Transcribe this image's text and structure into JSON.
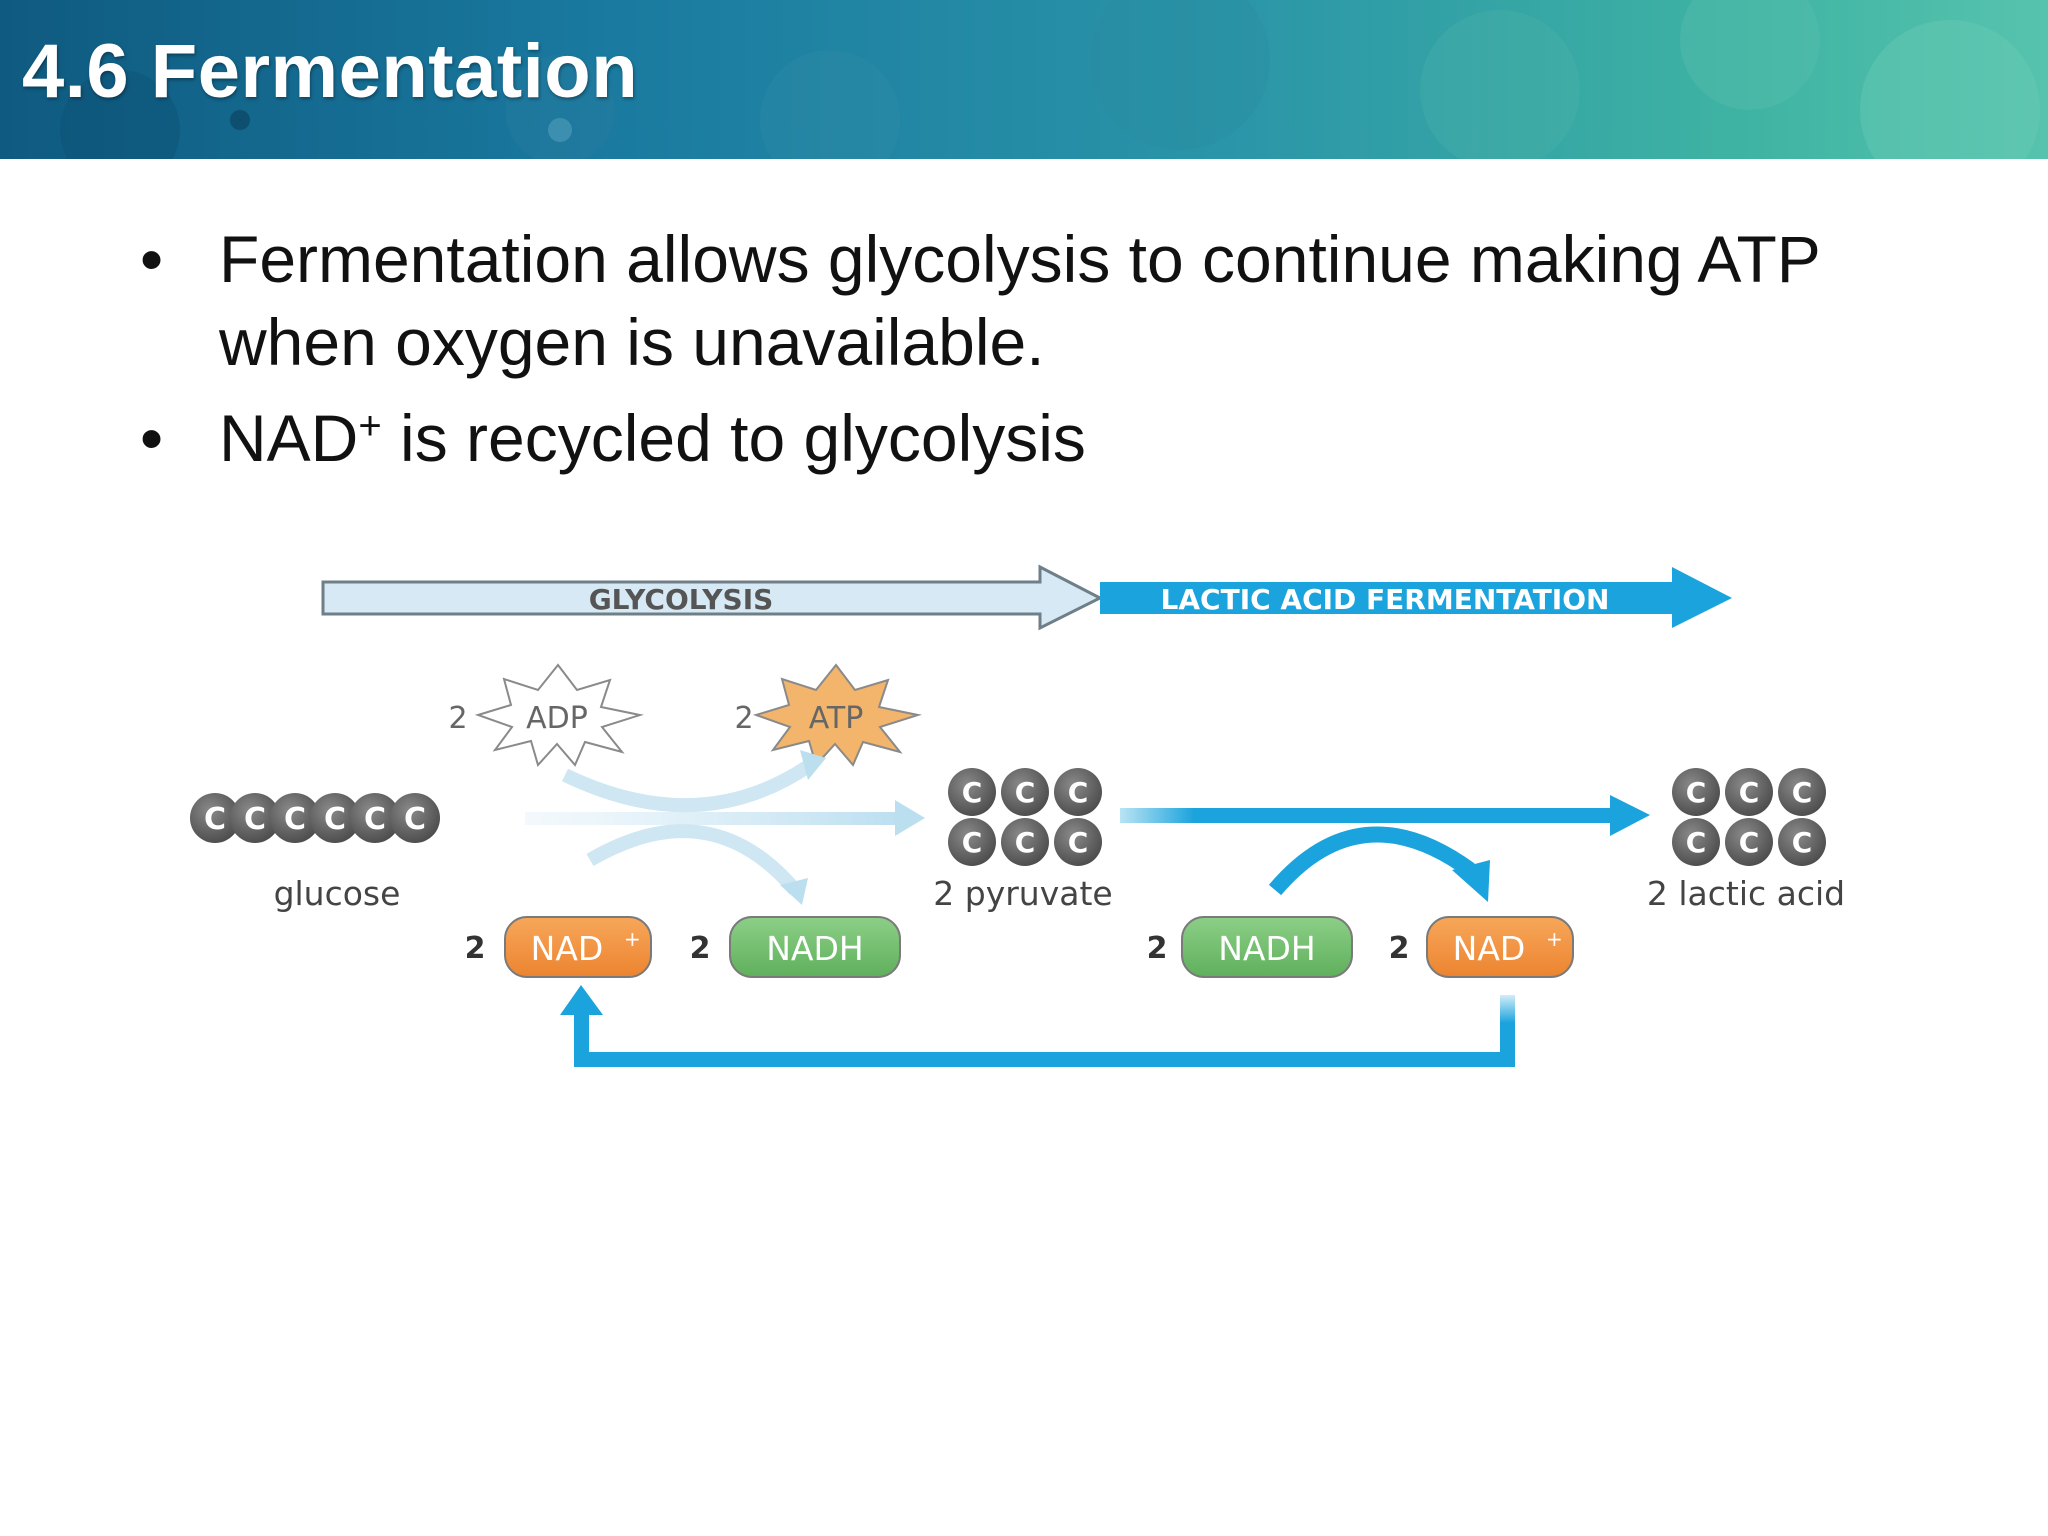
{
  "slide": {
    "title": "4.6 Fermentation",
    "bullets": [
      {
        "text": "Fermentation allows glycolysis to continue making ATP when oxygen is unavailable."
      },
      {
        "text": "NAD",
        "sup": "+",
        "rest": " is recycled to glycolysis"
      }
    ]
  },
  "diagram": {
    "stage_glycolysis": "GLYCOLYSIS",
    "stage_fermentation": "LACTIC ACID FERMENTATION",
    "adp": {
      "count": "2",
      "label": "ADP"
    },
    "atp": {
      "count": "2",
      "label": "ATP"
    },
    "carbon": "C",
    "glucose_label": "glucose",
    "pyruvate_label": "2 pyruvate",
    "lactic_label": "2 lactic acid",
    "nad1": {
      "count": "2",
      "label": "NAD",
      "sup": "+"
    },
    "nadh1": {
      "count": "2",
      "label": "NADH"
    },
    "nadh2": {
      "count": "2",
      "label": "NADH"
    },
    "nad2": {
      "count": "2",
      "label": "NAD",
      "sup": "+"
    },
    "colors": {
      "glycolysis_bar": "#d6e9f4",
      "fermentation_bar": "#1aa3dc",
      "atp_star": "#f2b56b",
      "nad": "#f2913a",
      "nadh": "#74c173",
      "carbon": "#555555",
      "arrow": "#1aa3dc"
    }
  }
}
